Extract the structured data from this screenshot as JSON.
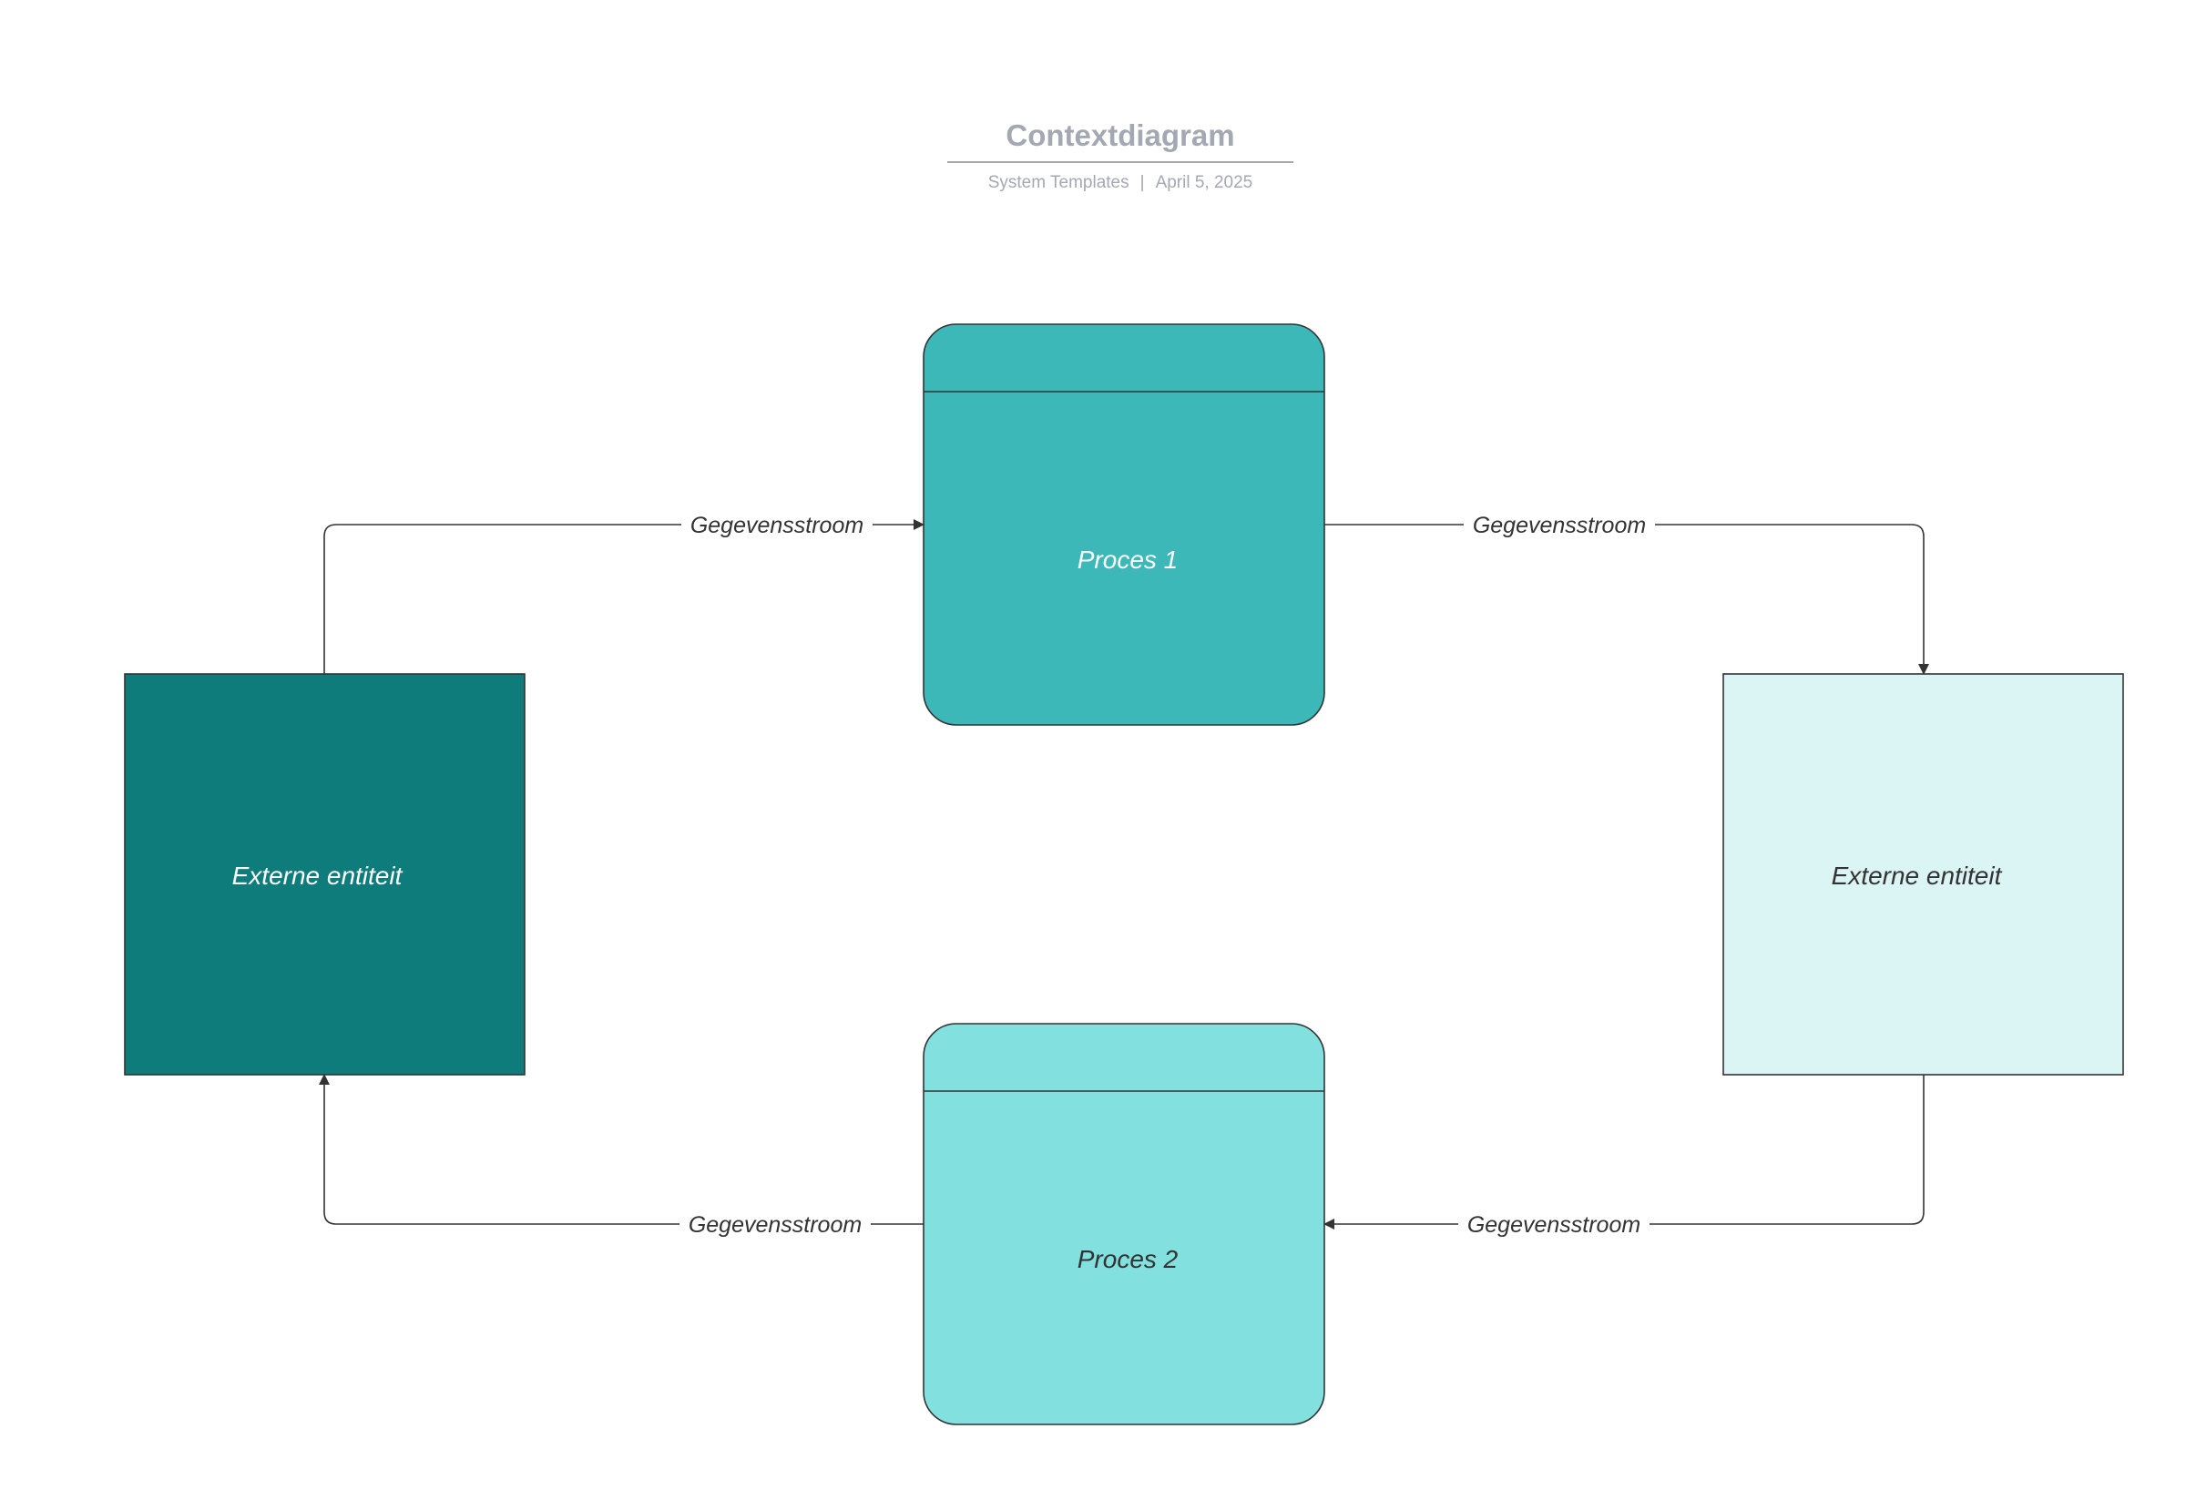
{
  "header": {
    "title": "Contextdiagram",
    "source": "System Templates",
    "separator": "|",
    "date": "April 5, 2025"
  },
  "nodes": {
    "process_1": {
      "label": "Proces 1",
      "fill": "#3db8b9"
    },
    "process_2": {
      "label": "Proces 2",
      "fill": "#82e0df"
    },
    "entity_left": {
      "label": "Externe entiteit",
      "fill": "#0e7c7b"
    },
    "entity_right": {
      "label": "Externe entiteit",
      "fill": "#dbf5f4"
    }
  },
  "flows": {
    "left_to_process_1": "Gegevensstroom",
    "process_1_to_right": "Gegevensstroom",
    "right_to_process_2": "Gegevensstroom",
    "process_2_to_left": "Gegevensstroom"
  },
  "colors": {
    "stroke": "#333333",
    "light_text": "#ffffff",
    "dark_text": "#333333",
    "header_text": "#a3a8b3"
  }
}
